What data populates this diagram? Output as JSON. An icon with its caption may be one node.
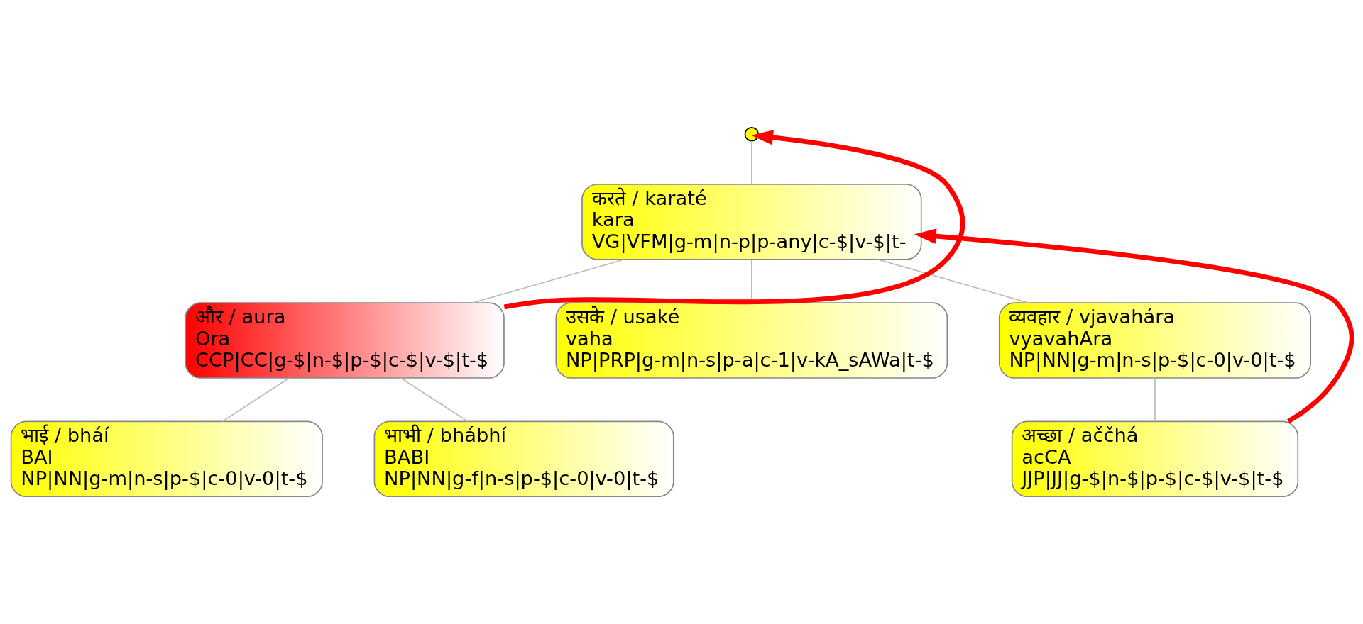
{
  "diagram": {
    "nodes": [
      {
        "text": [],
        "shape": "circle"
      },
      {
        "text": [
          "करते / karaté",
          "kara",
          "VG|VFM|g-m|n-p|p-any|c-$|v-$|t-"
        ]
      },
      {
        "text": [
          "और / aura",
          "Ora",
          "CCP|CC|g-$|n-$|p-$|c-$|v-$|t-$"
        ]
      },
      {
        "text": [
          "उसके / usaké",
          "vaha",
          "NP|PRP|g-m|n-s|p-a|c-1|v-kA_sAWa|t-$"
        ]
      },
      {
        "text": [
          "व्यवहार / vjavahára",
          "vyavahAra",
          "NP|NN|g-m|n-s|p-$|c-0|v-0|t-$"
        ]
      },
      {
        "text": [
          "भाई / bháí",
          "BAI",
          "NP|NN|g-m|n-s|p-$|c-0|v-0|t-$"
        ]
      },
      {
        "text": [
          "भाभी / bhábhí",
          "BABI",
          "NP|NN|g-f|n-s|p-$|c-0|v-0|t-$"
        ]
      },
      {
        "text": [
          "अच्छा / aččhá",
          "acCA",
          "JJP|JJ|g-$|n-$|p-$|c-$|v-$|t-$"
        ]
      }
    ],
    "edges": [
      {
        "from": 0,
        "to": 1,
        "arrow": "none"
      },
      {
        "from": 1,
        "to": 2,
        "arrow": "none"
      },
      {
        "from": 1,
        "to": 3,
        "arrow": "none"
      },
      {
        "from": 1,
        "to": 4,
        "arrow": "none"
      },
      {
        "from": 2,
        "to": 5,
        "arrow": "none"
      },
      {
        "from": 2,
        "to": 6,
        "arrow": "none"
      },
      {
        "from": 4,
        "to": 7,
        "arrow": "none"
      },
      {
        "from": 2,
        "to": 0,
        "arrow": "to",
        "style": "thick",
        "color": "#ff0000"
      },
      {
        "from": 7,
        "to": 1,
        "arrow": "to",
        "style": "thick",
        "color": "#ff0000"
      }
    ]
  }
}
